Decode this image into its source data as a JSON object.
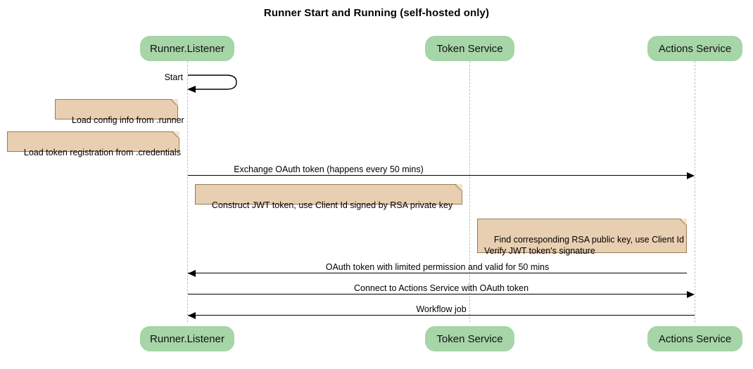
{
  "title": "Runner Start and Running (self-hosted only)",
  "colors": {
    "participant_fill": "#a6d5a7",
    "note_fill": "#e9cfb2",
    "note_border": "#9c7a4f",
    "lifeline": "#bfbfbf",
    "message": "#000000",
    "background": "#ffffff"
  },
  "participants": [
    {
      "id": "runner",
      "label": "Runner.Listener"
    },
    {
      "id": "token",
      "label": "Token Service"
    },
    {
      "id": "actions",
      "label": "Actions Service"
    }
  ],
  "participants_bottom": [
    {
      "id": "runner",
      "label": "Runner.Listener"
    },
    {
      "id": "token",
      "label": "Token Service"
    },
    {
      "id": "actions",
      "label": "Actions Service"
    }
  ],
  "messages": [
    {
      "id": "start",
      "label": "Start",
      "kind": "self",
      "from": "runner",
      "to": "runner"
    },
    {
      "id": "exchange-oauth-token",
      "label": "Exchange OAuth token (happens every 50 mins)",
      "kind": "sync",
      "direction": "right",
      "from": "runner",
      "to": "token"
    },
    {
      "id": "oauth-token-reply",
      "label": "OAuth token with limited permission and valid for 50 mins",
      "kind": "sync",
      "direction": "left",
      "from": "token",
      "to": "runner"
    },
    {
      "id": "connect-actions-service",
      "label": "Connect to Actions Service with OAuth token",
      "kind": "sync",
      "direction": "right",
      "from": "runner",
      "to": "actions"
    },
    {
      "id": "workflow-job",
      "label": "Workflow job",
      "kind": "sync",
      "direction": "left",
      "from": "actions",
      "to": "runner"
    }
  ],
  "notes": [
    {
      "id": "load-config-info",
      "text": "Load config info from .runner",
      "attached_to": "runner"
    },
    {
      "id": "load-token-registration",
      "text": "Load token registration from .credentials",
      "attached_to": "runner"
    },
    {
      "id": "construct-jwt-token",
      "text": "Construct JWT token, use Client Id signed by RSA private key",
      "attached_to": "runner"
    },
    {
      "id": "verify-jwt-token",
      "text": "Find corresponding RSA public key, use Client Id\nVerify JWT token's signature",
      "attached_to": "token"
    }
  ]
}
